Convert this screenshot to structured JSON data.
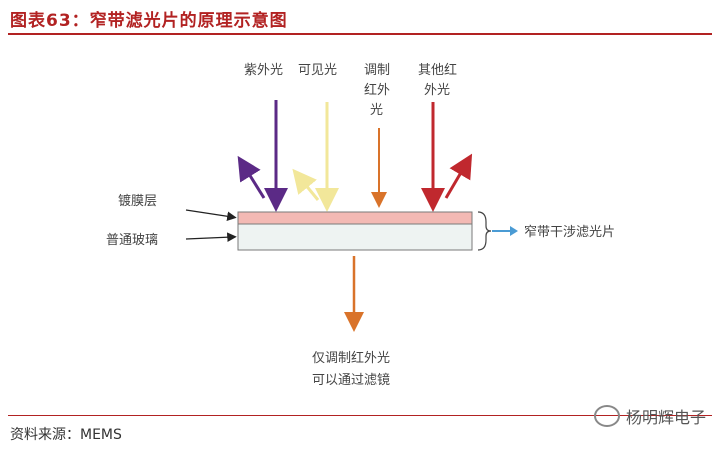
{
  "title": "图表63：窄带滤光片的原理示意图",
  "source": "资料来源：MEMS",
  "watermark": "杨明辉电子",
  "light_labels": {
    "uv": "紫外光",
    "visible": "可见光",
    "modulated_ir": [
      "调制",
      "红外",
      "光"
    ],
    "other_ir": [
      "其他红",
      "外光"
    ]
  },
  "layer_labels": {
    "coating": "镀膜层",
    "glass": "普通玻璃"
  },
  "filter_label": "窄带干涉滤光片",
  "output_label": [
    "仅调制红外光",
    "可以通过滤镜"
  ],
  "colors": {
    "title": "#b22222",
    "uv": "#5b2a86",
    "visible": "#f2e79a",
    "modulated_ir": "#d9732a",
    "other_ir": "#c0282e",
    "output": "#d9732a",
    "coating": "#f3b9b4",
    "glass": "#eef3f2",
    "brace_arrow": "#4a9bd4"
  }
}
